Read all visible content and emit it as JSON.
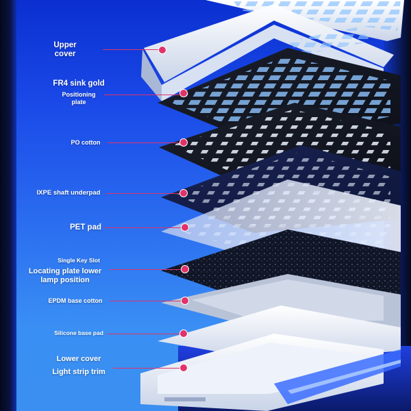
{
  "labels": {
    "upper_cover": [
      "Upper",
      "cover"
    ],
    "fr4_plate_title": "FR4 sink gold",
    "fr4_plate_sub": [
      "Positioning",
      "plate"
    ],
    "po_cotton": "PO cotton",
    "ixpe_underpad": "IXPE shaft underpad",
    "pet_pad": "PET pad",
    "single_key_slot": "Single Key Slot",
    "locating_plate": [
      "Locating plate lower",
      "lamp position"
    ],
    "epdm_cotton": "EPDM base cotton",
    "silicone_pad": "Silicone base pad",
    "lower_cover": "Lower cover",
    "light_strip": "Light strip trim"
  },
  "colors": {
    "accent": "#e0336a",
    "background_top": "#0b2fd0",
    "background_bottom": "#3b8ff0"
  }
}
